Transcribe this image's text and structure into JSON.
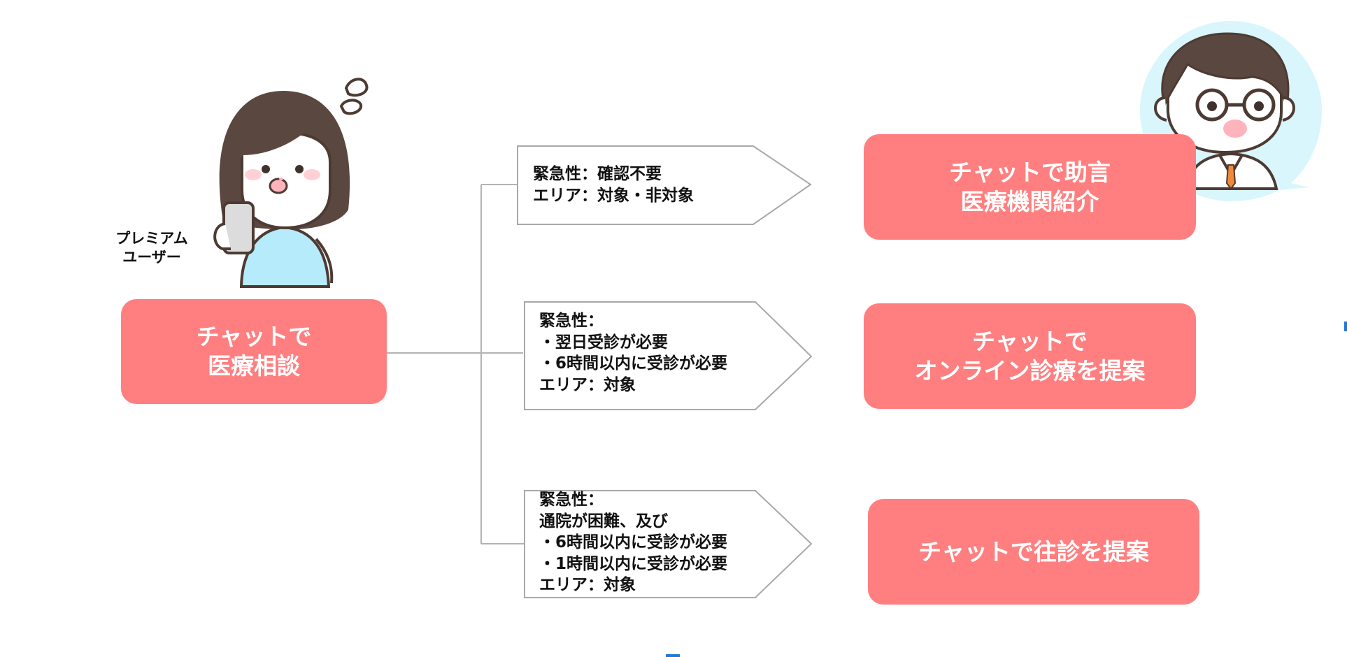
{
  "user": {
    "label_lines": [
      "プレミアム",
      "ユーザー"
    ]
  },
  "source_box": {
    "lines": [
      "チャットで",
      "医療相談"
    ]
  },
  "conditions": [
    {
      "lines": [
        "緊急性：確認不要",
        "エリア：対象・非対象"
      ]
    },
    {
      "lines": [
        "緊急性：",
        "・翌日受診が必要",
        "・6時間以内に受診が必要",
        "エリア：対象"
      ]
    },
    {
      "lines": [
        "緊急性：",
        "通院が困難、及び",
        "・6時間以内に受診が必要",
        "・1時間以内に受診が必要",
        "エリア：対象"
      ]
    }
  ],
  "outcomes": [
    {
      "lines": [
        "チャットで助言",
        "医療機関紹介"
      ]
    },
    {
      "lines": [
        "チャットで",
        "オンライン診療を提案"
      ]
    },
    {
      "lines": [
        "チャットで往診を提案"
      ]
    }
  ],
  "colors": {
    "box_fill": "#ff7f80",
    "connector": "#b3b3b3",
    "doctor_bubble": "#d8f6fb",
    "patient_shirt": "#b5ebfb",
    "hair": "#5a473f"
  }
}
